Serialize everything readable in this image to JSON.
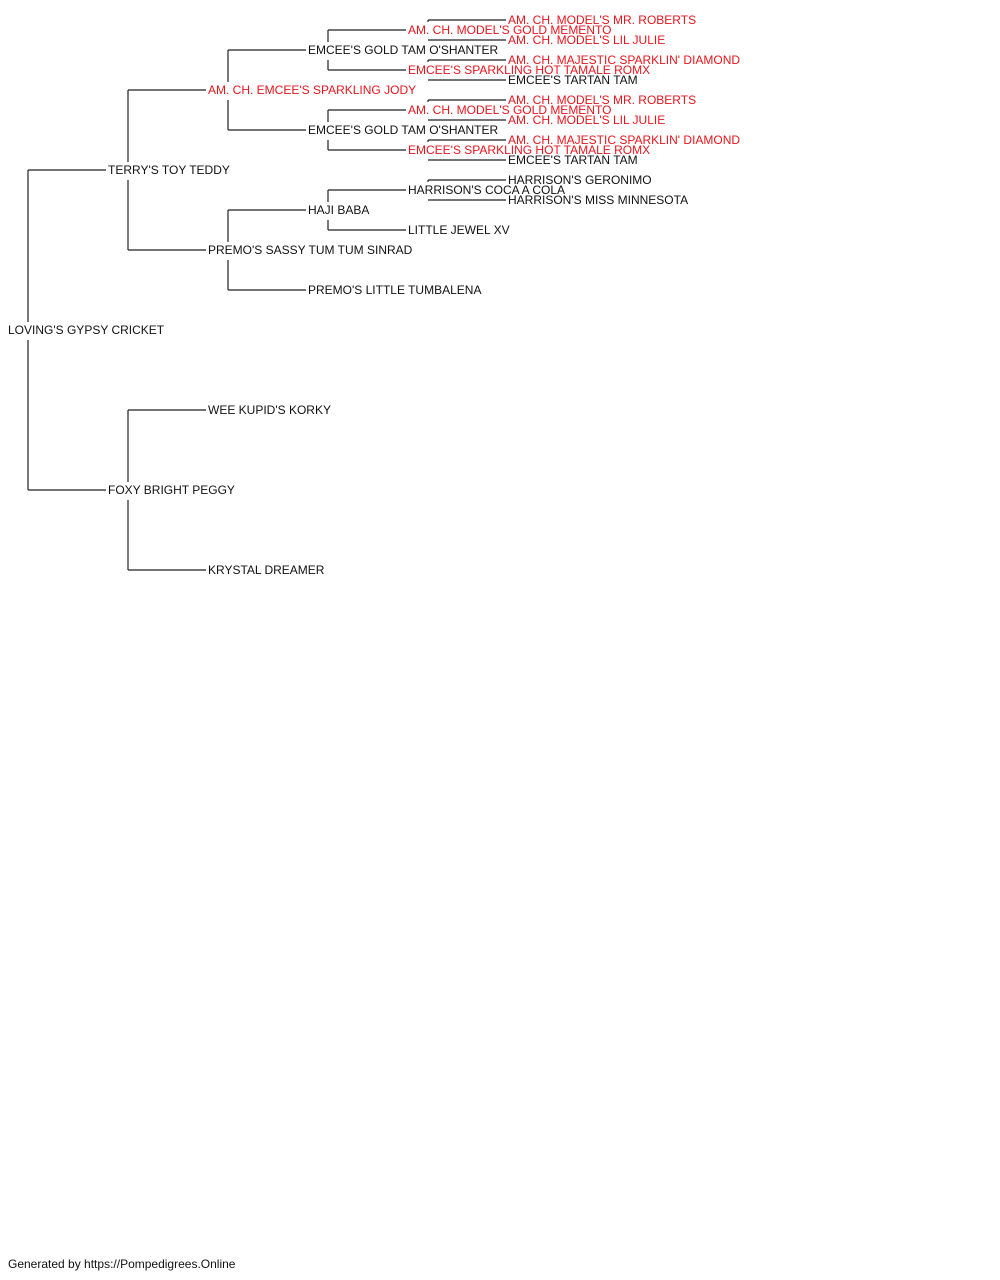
{
  "colors": {
    "champion": "#e8141e",
    "normal": "#111111",
    "line": "#222222"
  },
  "pedigree": {
    "name": "LOVING'S GYPSY CRICKET",
    "champion": false,
    "sire": {
      "name": "TERRY'S TOY TEDDY",
      "champion": false,
      "sire": {
        "name": "AM. CH. EMCEE'S SPARKLING JODY",
        "champion": true,
        "sire": {
          "name": "EMCEE'S GOLD TAM O'SHANTER",
          "champion": false,
          "sire": {
            "name": "AM. CH. MODEL'S GOLD MEMENTO",
            "champion": true,
            "sire": {
              "name": "AM. CH. MODEL'S MR. ROBERTS",
              "champion": true
            },
            "dam": {
              "name": "AM. CH. MODEL'S LIL JULIE",
              "champion": true
            }
          },
          "dam": {
            "name": "EMCEE'S SPARKLING HOT TAMALE ROMX",
            "champion": true,
            "sire": {
              "name": "AM. CH. MAJESTIC SPARKLIN' DIAMOND",
              "champion": true
            },
            "dam": {
              "name": "EMCEE'S TARTAN TAM",
              "champion": false
            }
          }
        },
        "dam": {
          "name": "EMCEE'S GOLD TAM O'SHANTER",
          "champion": false,
          "sire": {
            "name": "AM. CH. MODEL'S GOLD MEMENTO",
            "champion": true,
            "sire": {
              "name": "AM. CH. MODEL'S MR. ROBERTS",
              "champion": true
            },
            "dam": {
              "name": "AM. CH. MODEL'S LIL JULIE",
              "champion": true
            }
          },
          "dam": {
            "name": "EMCEE'S SPARKLING HOT TAMALE ROMX",
            "champion": true,
            "sire": {
              "name": "AM. CH. MAJESTIC SPARKLIN' DIAMOND",
              "champion": true
            },
            "dam": {
              "name": "EMCEE'S TARTAN TAM",
              "champion": false
            }
          }
        }
      },
      "dam": {
        "name": "PREMO'S SASSY TUM TUM SINRAD",
        "champion": false,
        "sire": {
          "name": "HAJI BABA",
          "champion": false,
          "sire": {
            "name": "HARRISON'S COCA A COLA",
            "champion": false,
            "sire": {
              "name": "HARRISON'S GERONIMO",
              "champion": false
            },
            "dam": {
              "name": "HARRISON'S MISS MINNESOTA",
              "champion": false
            }
          },
          "dam": {
            "name": "LITTLE JEWEL XV",
            "champion": false
          }
        },
        "dam": {
          "name": "PREMO'S LITTLE TUMBALENA",
          "champion": false
        }
      }
    },
    "dam": {
      "name": "FOXY BRIGHT PEGGY",
      "champion": false,
      "sire": {
        "name": "WEE KUPID'S KORKY",
        "champion": false
      },
      "dam": {
        "name": "KRYSTAL DREAMER",
        "champion": false
      }
    }
  },
  "footer": "Generated by https://Pompedigrees.Online"
}
